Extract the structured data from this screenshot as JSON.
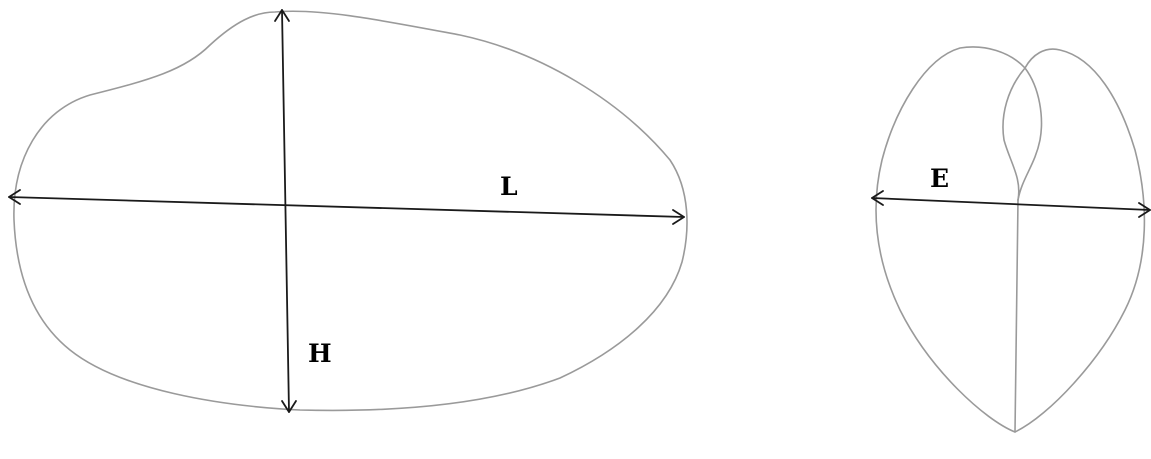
{
  "labels": {
    "length": "L",
    "height": "H",
    "width": "E"
  },
  "colors": {
    "outline": "#9a9a9a",
    "measure_line": "#1a1a1a",
    "label": "#000000",
    "background": "#ffffff"
  },
  "views": {
    "side_view": "seed-side-outline",
    "end_view": "seed-end-outline"
  }
}
